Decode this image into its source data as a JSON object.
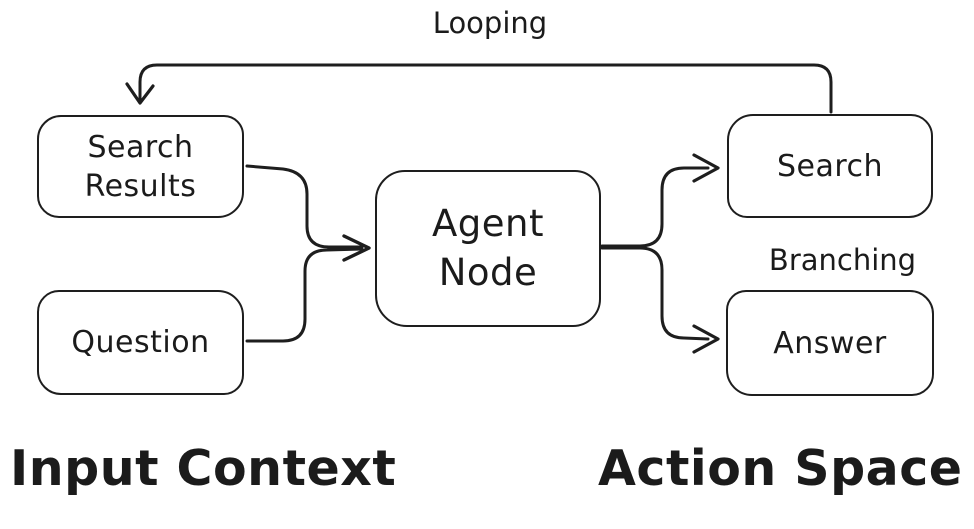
{
  "diagram": {
    "labels": {
      "looping": "Looping",
      "branching": "Branching",
      "input_context": "Input Context",
      "action_space": "Action Space"
    },
    "nodes": {
      "search_results": {
        "line1": "Search",
        "line2": "Results"
      },
      "question": {
        "label": "Question"
      },
      "agent_node": {
        "line1": "Agent",
        "line2": "Node"
      },
      "search": {
        "label": "Search"
      },
      "answer": {
        "label": "Answer"
      }
    },
    "edges": [
      {
        "from": "search",
        "to": "search_results",
        "label": "Looping"
      },
      {
        "from": "search_results",
        "to": "agent_node"
      },
      {
        "from": "question",
        "to": "agent_node"
      },
      {
        "from": "agent_node",
        "to": "search",
        "label": "Branching"
      },
      {
        "from": "agent_node",
        "to": "answer",
        "label": "Branching"
      }
    ],
    "colors": {
      "stroke": "#1e1e1e",
      "background": "#ffffff"
    }
  }
}
